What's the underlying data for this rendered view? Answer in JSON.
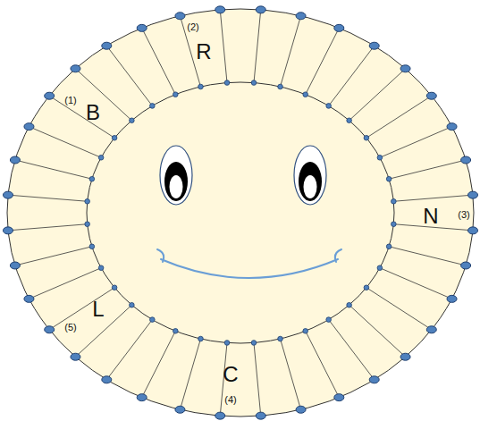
{
  "diagram": {
    "labels": [
      "B",
      "(1)",
      "R",
      "(2)",
      "N",
      "(3)",
      "C",
      "(4)",
      "L",
      "(5)"
    ]
  }
}
